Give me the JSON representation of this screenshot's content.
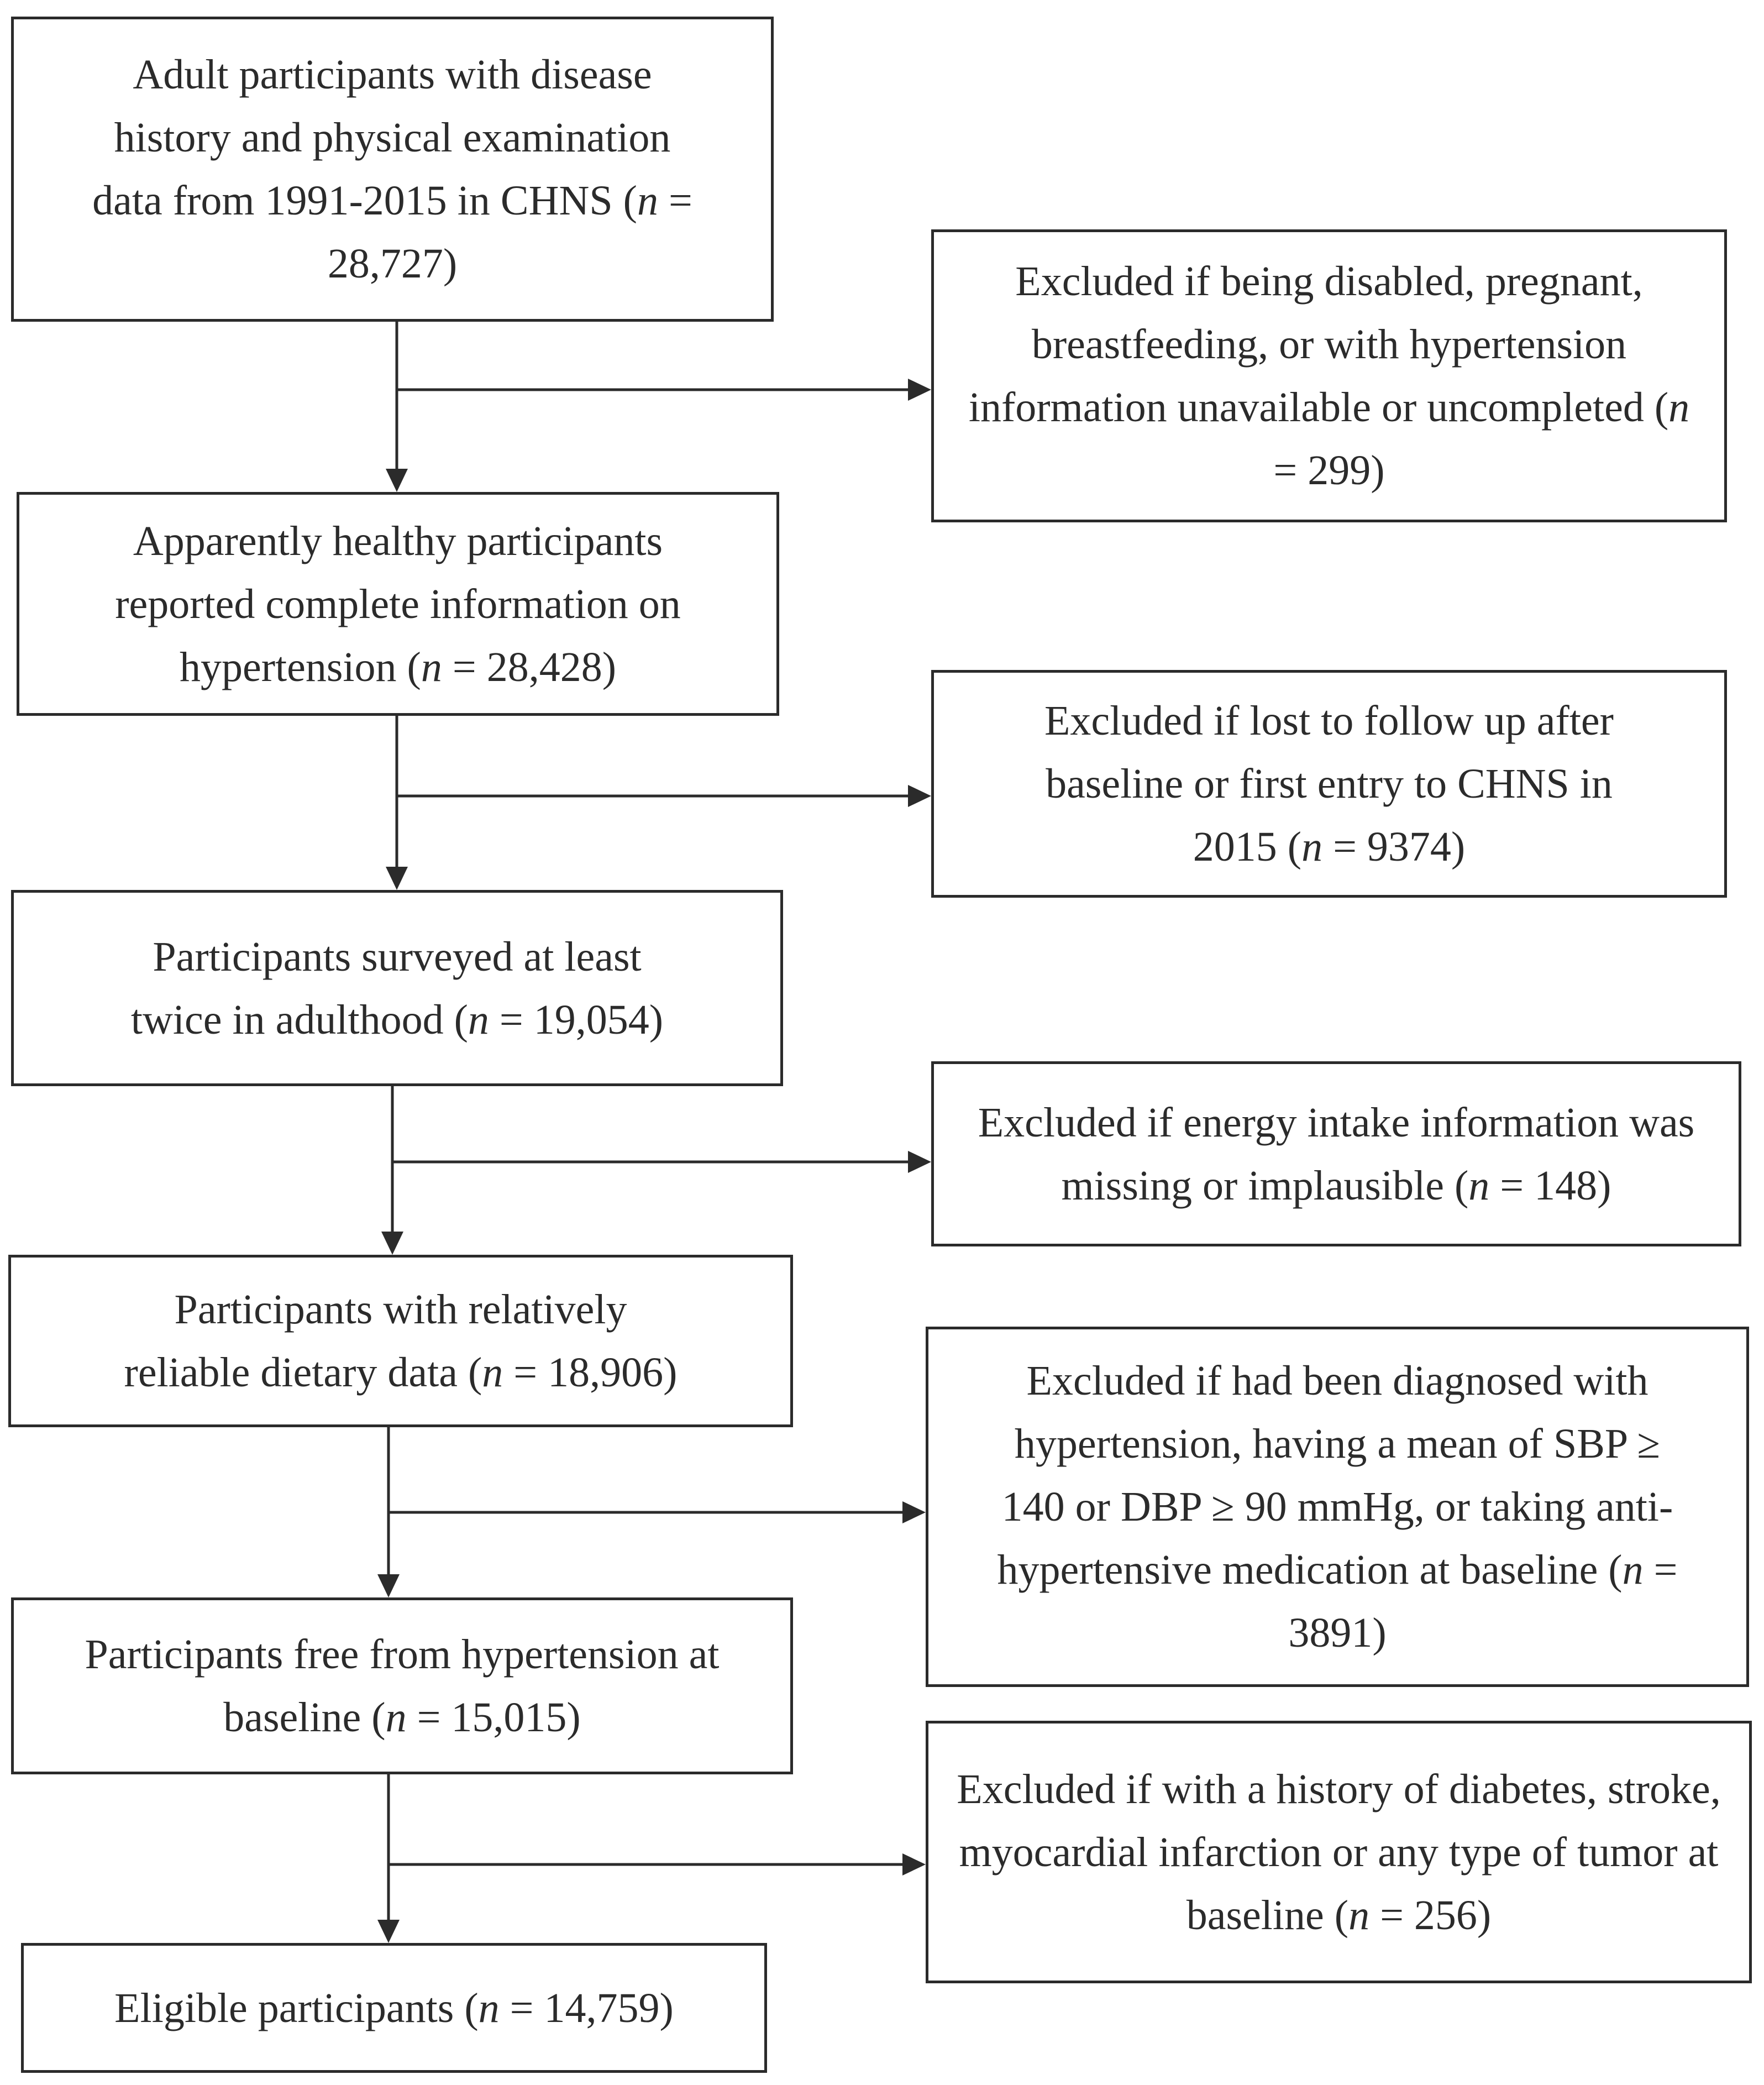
{
  "colors": {
    "line": "#2b2b2b",
    "text": "#2b2b2b",
    "background": "#ffffff"
  },
  "main_boxes": [
    {
      "pre": "Adult participants with disease history and physical examination data from 1991-2015 in CHNS (",
      "n": "n",
      "post": " = 28,727)"
    },
    {
      "pre": "Apparently healthy participants reported complete information on hypertension (",
      "n": "n",
      "post": " = 28,428)"
    },
    {
      "pre": "Participants surveyed at least twice in adulthood (",
      "n": "n",
      "post": " = 19,054)"
    },
    {
      "pre": "Participants with relatively reliable dietary data (",
      "n": "n",
      "post": " = 18,906)"
    },
    {
      "pre": "Participants free from hypertension at baseline (",
      "n": "n",
      "post": " = 15,015)"
    },
    {
      "pre": "Eligible participants (",
      "n": "n",
      "post": " = 14,759)"
    }
  ],
  "exclusion_boxes": [
    {
      "pre": "Excluded if being disabled, pregnant, breastfeeding, or with hypertension information unavailable or uncompleted (",
      "n": "n",
      "post": " = 299)"
    },
    {
      "pre": "Excluded if lost to follow up after baseline or first entry to CHNS in 2015 (",
      "n": "n",
      "post": " = 9374)"
    },
    {
      "pre": "Excluded if energy intake information was missing or implausible (",
      "n": "n",
      "post": " = 148)"
    },
    {
      "pre": "Excluded if had been diagnosed with hypertension, having a mean of SBP ≥ 140 or DBP ≥ 90 mmHg, or taking anti-hypertensive medication at baseline (",
      "n": "n",
      "post": " = 3891)"
    },
    {
      "pre": "Excluded if with a history of diabetes, stroke, myocardial infarction or any type of tumor at baseline (",
      "n": "n",
      "post": " = 256)"
    }
  ]
}
